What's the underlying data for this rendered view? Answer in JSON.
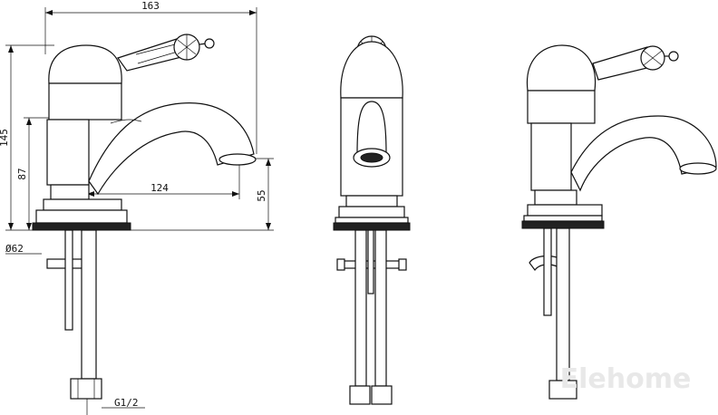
{
  "dimensions": {
    "total_width": "163",
    "total_height": "145",
    "body_height": "87",
    "spout_reach": "124",
    "spout_height": "55",
    "base_diameter": "Ø62",
    "thread": "G1/2"
  },
  "watermark": "Elehome"
}
